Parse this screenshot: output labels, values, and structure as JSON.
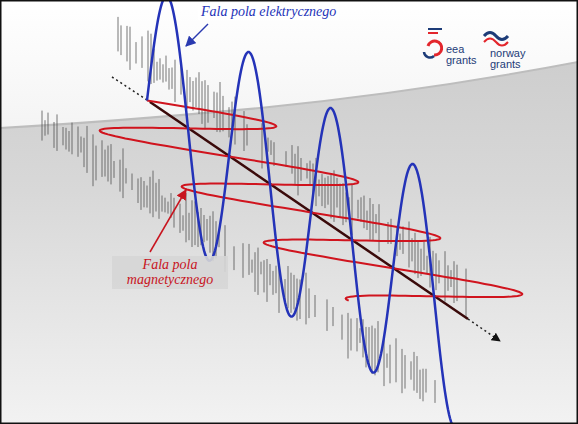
{
  "diagram": {
    "labels": [
      "Fala pola elektrycznego",
      "Fala pola magnetycznego",
      "eea grants",
      "norway grants"
    ]
  }
}
